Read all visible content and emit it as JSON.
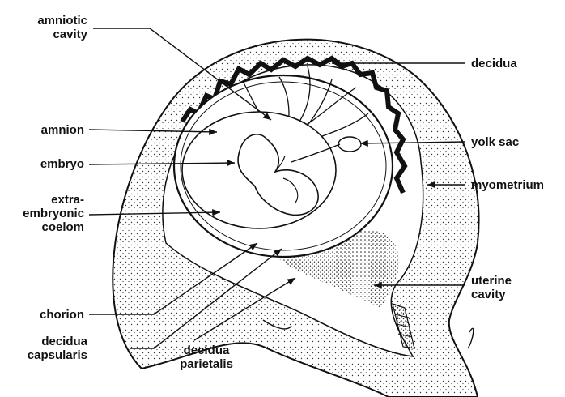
{
  "labels": {
    "amniotic_cavity": "amniotic\ncavity",
    "amnion": "amnion",
    "embryo": "embryo",
    "extra_embryonic_coelom": "extra-\nembryonic\ncoelom",
    "chorion": "chorion",
    "decidua_capsularis": "decidua\ncapsularis",
    "decidua_parietalis": "decidua\nparietalis",
    "decidua": "decidua",
    "yolk_sac": "yolk sac",
    "myometrium": "myometrium",
    "uterine_cavity": "uterine\ncavity"
  }
}
